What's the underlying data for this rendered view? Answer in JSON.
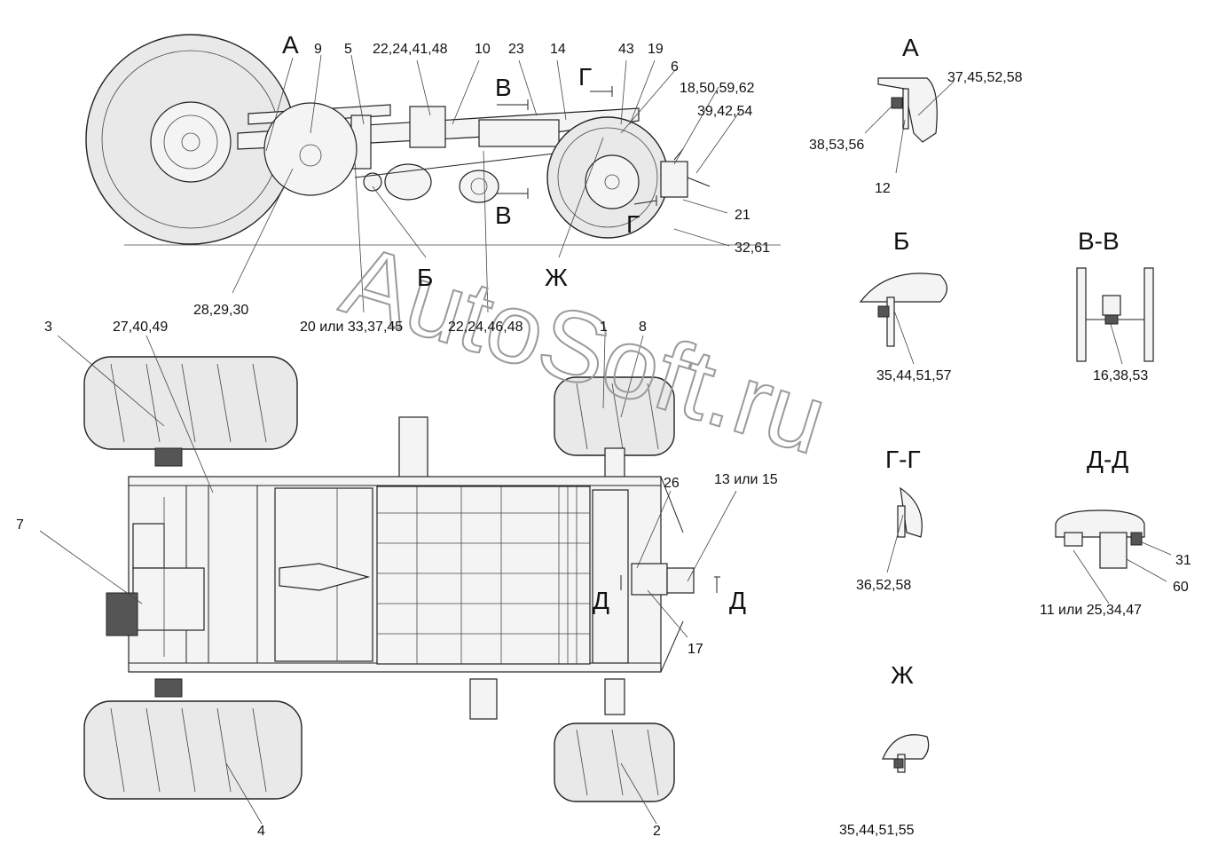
{
  "watermark": "AutoSoft.ru",
  "view_labels": {
    "A_side": "А",
    "B_side": "Б",
    "V_top": "В",
    "V_bottom": "В",
    "G_top": "Г",
    "G_bottom": "Г",
    "Zh_side": "Ж",
    "D_left": "Д",
    "D_right": "Д"
  },
  "side_view_callouts": {
    "c9": "9",
    "c5": "5",
    "c22_24_41_48": "22,24,41,48",
    "c10": "10",
    "c23": "23",
    "c14": "14",
    "c43": "43",
    "c19": "19",
    "c6": "6",
    "c18_50_59_62": "18,50,59,62",
    "c39_42_54": "39,42,54",
    "c21": "21",
    "c32_61": "32,61",
    "c28_29_30": "28,29,30",
    "c20_or": "20 или 33,37,45",
    "c22_24_46_48": "22,24,46,48"
  },
  "top_view_callouts": {
    "c3": "3",
    "c27_40_49": "27,40,49",
    "c1": "1",
    "c8": "8",
    "c26": "26",
    "c13_or_15": "13 или 15",
    "c7": "7",
    "c17": "17",
    "c4": "4",
    "c2": "2"
  },
  "details": {
    "A": {
      "title": "А",
      "labels": [
        "37,45,52,58",
        "38,53,56",
        "12"
      ]
    },
    "B": {
      "title": "Б",
      "labels": [
        "35,44,51,57"
      ]
    },
    "VV": {
      "title": "В-В",
      "labels": [
        "16,38,53"
      ]
    },
    "GG": {
      "title": "Г-Г",
      "labels": [
        "36,52,58"
      ]
    },
    "DD": {
      "title": "Д-Д",
      "labels": [
        "31",
        "60",
        "11 или 25,34,47"
      ]
    },
    "Zh": {
      "title": "Ж",
      "labels": [
        "35,44,51,55"
      ]
    }
  }
}
